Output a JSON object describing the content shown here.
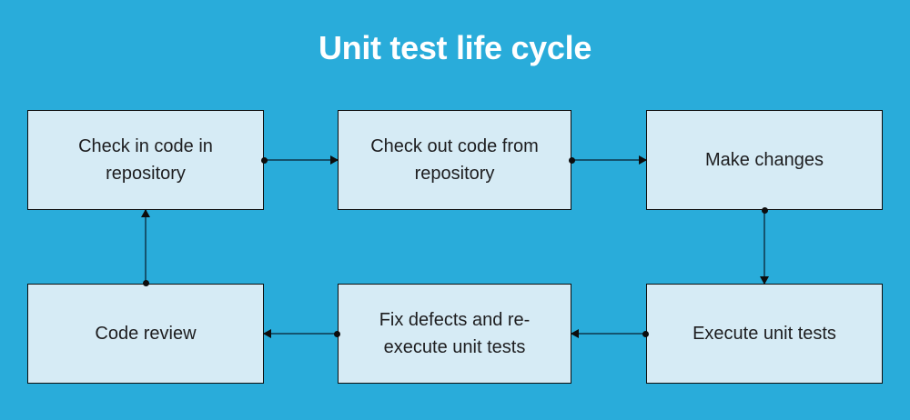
{
  "title": "Unit test life cycle",
  "colors": {
    "background": "#29ACDA",
    "node_fill": "#D6EBF5",
    "node_border": "#0D0D0D",
    "connector_line": "#14546F",
    "connector_marker": "#0D0D0D",
    "title_text": "#FFFFFF",
    "node_text": "#1D1D1F"
  },
  "diagram": {
    "nodes": [
      {
        "id": "check-in",
        "label": "Check in code in repository"
      },
      {
        "id": "check-out",
        "label": "Check out code from repository"
      },
      {
        "id": "make-changes",
        "label": "Make changes"
      },
      {
        "id": "code-review",
        "label": "Code review"
      },
      {
        "id": "fix-defects",
        "label": "Fix defects and re-execute unit tests"
      },
      {
        "id": "execute-tests",
        "label": "Execute unit tests"
      }
    ],
    "edges": [
      {
        "from": "check-in",
        "to": "check-out",
        "direction": "right"
      },
      {
        "from": "check-out",
        "to": "make-changes",
        "direction": "right"
      },
      {
        "from": "make-changes",
        "to": "execute-tests",
        "direction": "down"
      },
      {
        "from": "execute-tests",
        "to": "fix-defects",
        "direction": "left"
      },
      {
        "from": "fix-defects",
        "to": "code-review",
        "direction": "left"
      },
      {
        "from": "code-review",
        "to": "check-in",
        "direction": "up"
      }
    ]
  }
}
